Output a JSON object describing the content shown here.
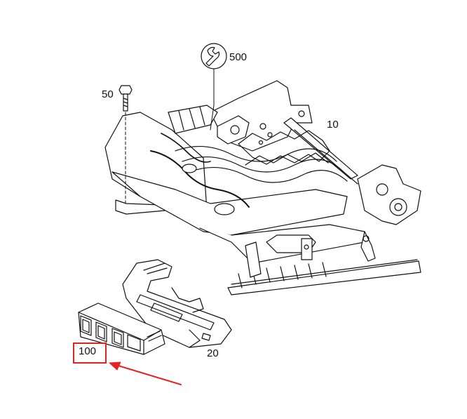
{
  "diagram": {
    "callouts": {
      "workshop_ref": "500",
      "bolt": "50",
      "seat_frame": "10",
      "bracket": "20",
      "control_unit": "100"
    },
    "icons": {
      "workshop_ref": "wrench-icon"
    },
    "colors": {
      "linework": "#111111",
      "highlight": "#e52222",
      "background": "#ffffff"
    }
  }
}
